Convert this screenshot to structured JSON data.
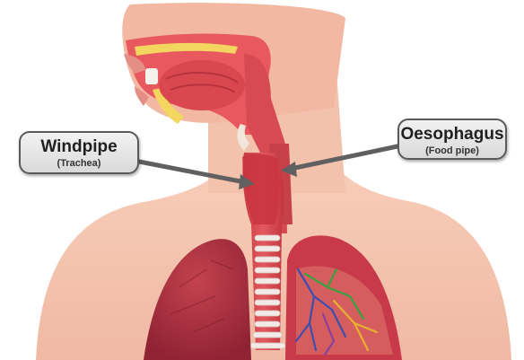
{
  "labels": {
    "windpipe": {
      "name": "Windpipe",
      "sub": "(Trachea)"
    },
    "oesophagus": {
      "name": "Oesophagus",
      "sub": "(Food pipe)"
    }
  },
  "colors": {
    "skin": "#f5c7b3",
    "skin_shadow": "#eaa891",
    "tissue": "#e4505a",
    "tissue_dark": "#b8323c",
    "lung": "#b93345",
    "cartilage": "#f2eae6",
    "bone": "#f3d660",
    "label_fill": "#e3e3e3",
    "label_border": "#5a5a5a",
    "pointer": "#606060"
  },
  "icons": {
    "windpipe_pointer": "arrow-right-icon",
    "oesophagus_pointer": "arrow-left-icon"
  }
}
